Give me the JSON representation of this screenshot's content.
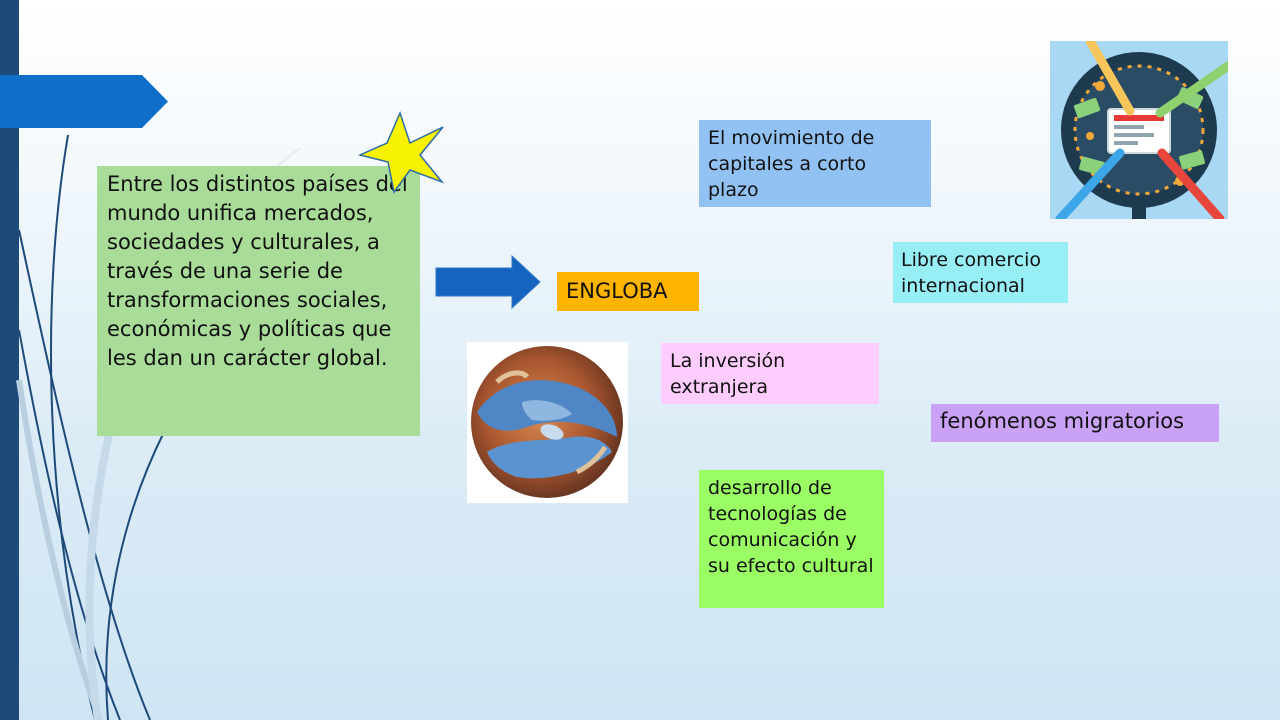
{
  "slide": {
    "main_text": "Entre los distintos países del mundo unifica mercados, sociedades y culturales, a través de una serie de transformaciones sociales, económicas y políticas que les dan un carácter global.",
    "center_label": "ENGLOBA",
    "items": {
      "capitales": "El movimiento de capitales a corto plazo",
      "comercio": "Libre comercio internacional",
      "inversion": "La inversión extranjera",
      "migratorios": "fenómenos migratorios",
      "tecnologias": "desarrollo de tecnologías de comunicación y su efecto cultural"
    }
  },
  "colors": {
    "left_bar": "#1e4a7a",
    "header_arrow": "#0f6ec7",
    "main_box": "#a9dc98",
    "engloba_box": "#ffb400",
    "capitales_box": "#92c2f3",
    "comercio_box": "#97eef5",
    "inversion_box": "#fecdfd",
    "migratorios_box": "#c9a1f5",
    "tecnologias_box": "#9afd63",
    "star": "#f7f300",
    "arrow": "#1565c0"
  },
  "icons": [
    "star-icon",
    "right-arrow-icon",
    "hands-globe-image",
    "money-devices-image"
  ]
}
